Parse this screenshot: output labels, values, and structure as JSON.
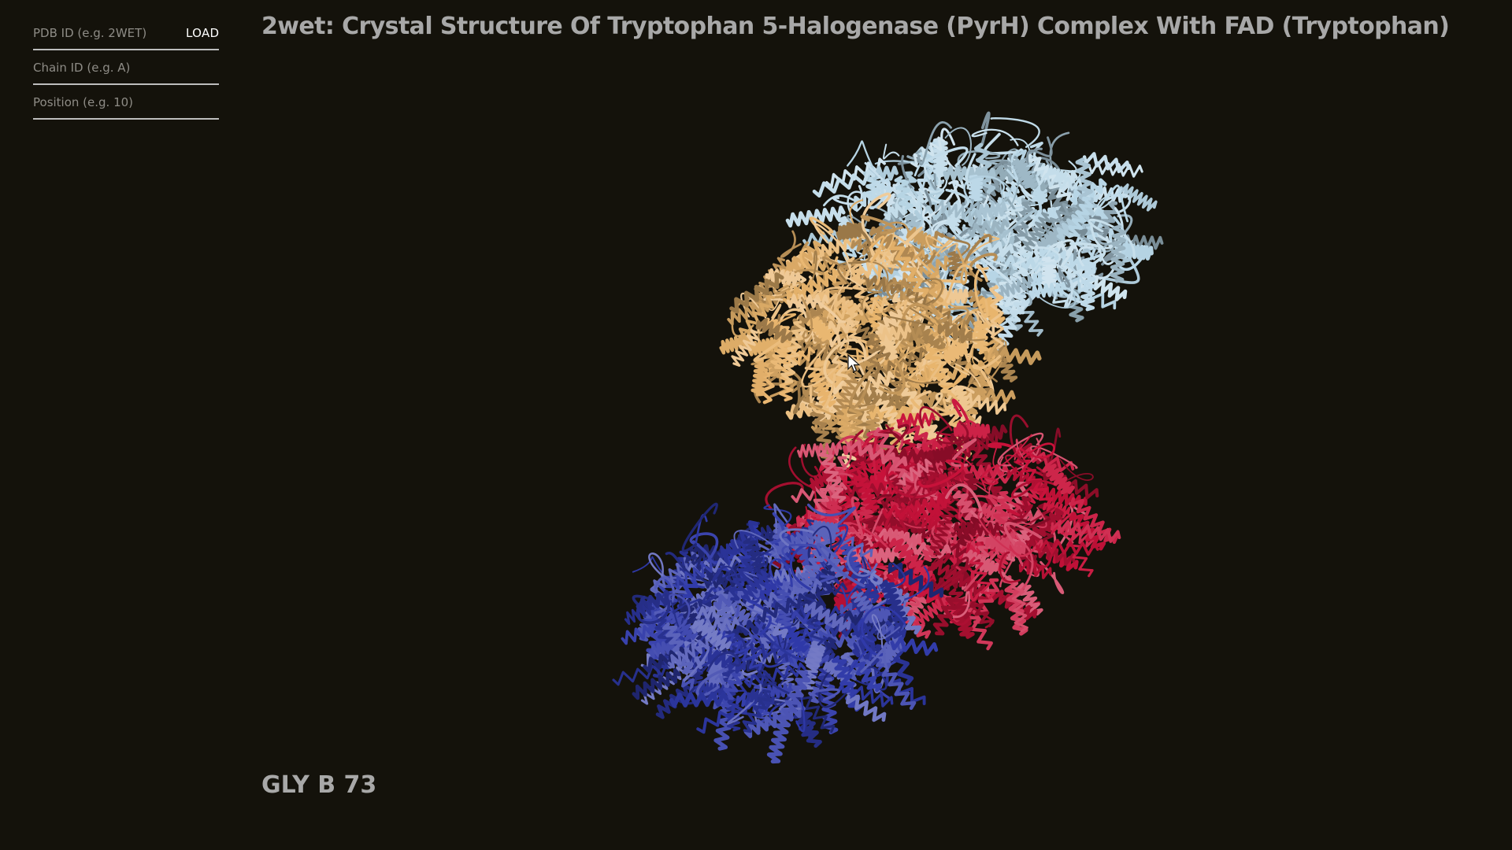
{
  "title": "2wet: Crystal Structure Of Tryptophan 5-Halogenase (PyrH) Complex With FAD (Tryptophan)",
  "controls": {
    "pdb_placeholder": "PDB ID (e.g. 2WET)",
    "load_label": "LOAD",
    "chain_placeholder": "Chain ID (e.g. A)",
    "position_placeholder": "Position (e.g. 10)"
  },
  "residue_label": "GLY B 73",
  "colors": {
    "background": "#14120b",
    "chain_light_blue": "#b8d6e6",
    "chain_orange": "#e8b46c",
    "chain_red": "#c8123a",
    "chain_dark_blue": "#2f39a8"
  },
  "icons": {
    "cursor": "mouse-pointer-icon"
  }
}
